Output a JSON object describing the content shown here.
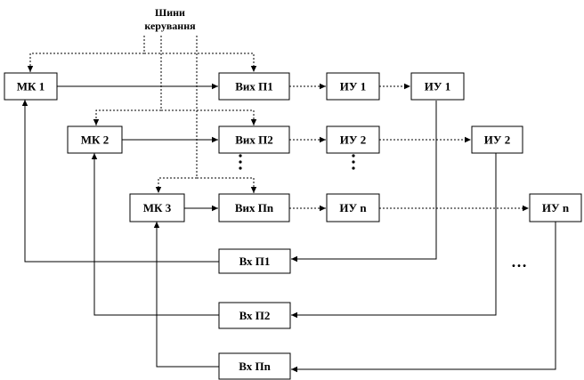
{
  "title": {
    "line1": "Шини",
    "line2": "керування"
  },
  "blocks": {
    "mk1": "МК 1",
    "mk2": "МК 2",
    "mk3": "МК 3",
    "out1": "Вих П1",
    "out2": "Вих П2",
    "outn": "Вих Пn",
    "iu1a": "ИУ 1",
    "iu2a": "ИУ 2",
    "iuna": "ИУ n",
    "iu1b": "ИУ 1",
    "iu2b": "ИУ 2",
    "iunb": "ИУ n",
    "in1": "Вх П1",
    "in2": "Вх П2",
    "inn": "Вх Пn"
  },
  "ellipsis": "…"
}
